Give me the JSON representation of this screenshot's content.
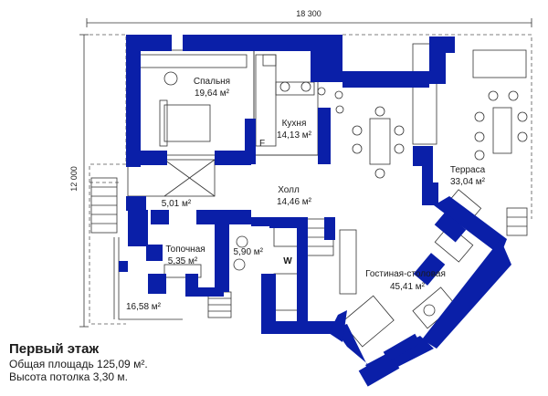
{
  "dimensions": {
    "width": "18 300",
    "height": "12 000"
  },
  "rooms": {
    "bedroom": {
      "name": "Спальня",
      "area": "19,64 м²"
    },
    "kitchen": {
      "name": "Кухня",
      "area": "14,13 м²"
    },
    "hall": {
      "name": "Холл",
      "area": "14,46 м²"
    },
    "vestibule": {
      "area": "5,01 м²"
    },
    "boiler": {
      "name": "Топочная",
      "area": "5,35 м²"
    },
    "bathroom": {
      "area": "5,90 м²"
    },
    "porch": {
      "area": "16,58 м²"
    },
    "living": {
      "name": "Гостиная-столовая",
      "area": "45,41 м²"
    },
    "terrace": {
      "name": "Терраса",
      "area": "33,04 м²"
    }
  },
  "wc_label": "W",
  "kitchen_mark": "F",
  "caption": {
    "title": "Первый этаж",
    "line1": "Общая площадь 125,09 м².",
    "line2": "Высота потолка 3,30 м."
  },
  "colors": {
    "wall": "#0a1fa8",
    "line": "#333333",
    "dash": "#555555"
  }
}
